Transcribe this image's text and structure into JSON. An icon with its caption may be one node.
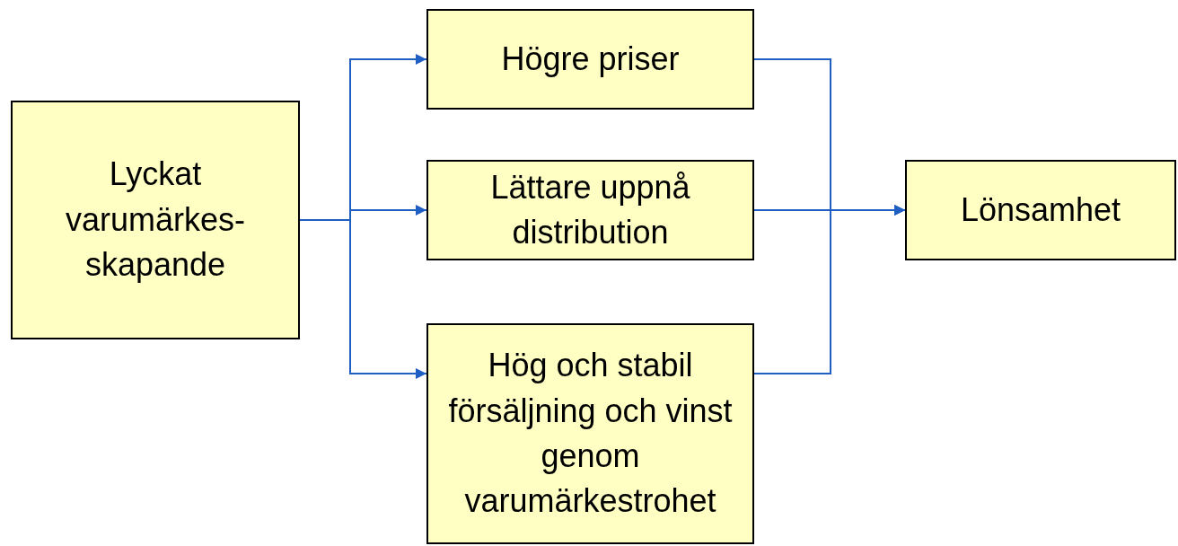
{
  "diagram": {
    "nodes": [
      {
        "text": [
          "Lyckat varumärkes- skapande"
        ]
      },
      {
        "text": [
          "Högre priser"
        ]
      },
      {
        "text": [
          "Lättare uppnå distribution"
        ]
      },
      {
        "text": [
          "Hög och stabil försäljning och vinst genom varumärkestrohet"
        ]
      },
      {
        "text": [
          "Lönsamhet"
        ]
      }
    ],
    "edges": [
      {
        "from": 0,
        "to": 1,
        "arrow": "to"
      },
      {
        "from": 0,
        "to": 2,
        "arrow": "to"
      },
      {
        "from": 0,
        "to": 3,
        "arrow": "to"
      },
      {
        "from": 1,
        "to": 4,
        "arrow": "to"
      },
      {
        "from": 2,
        "to": 4,
        "arrow": "to"
      },
      {
        "from": 3,
        "to": 4,
        "arrow": "to"
      }
    ]
  }
}
